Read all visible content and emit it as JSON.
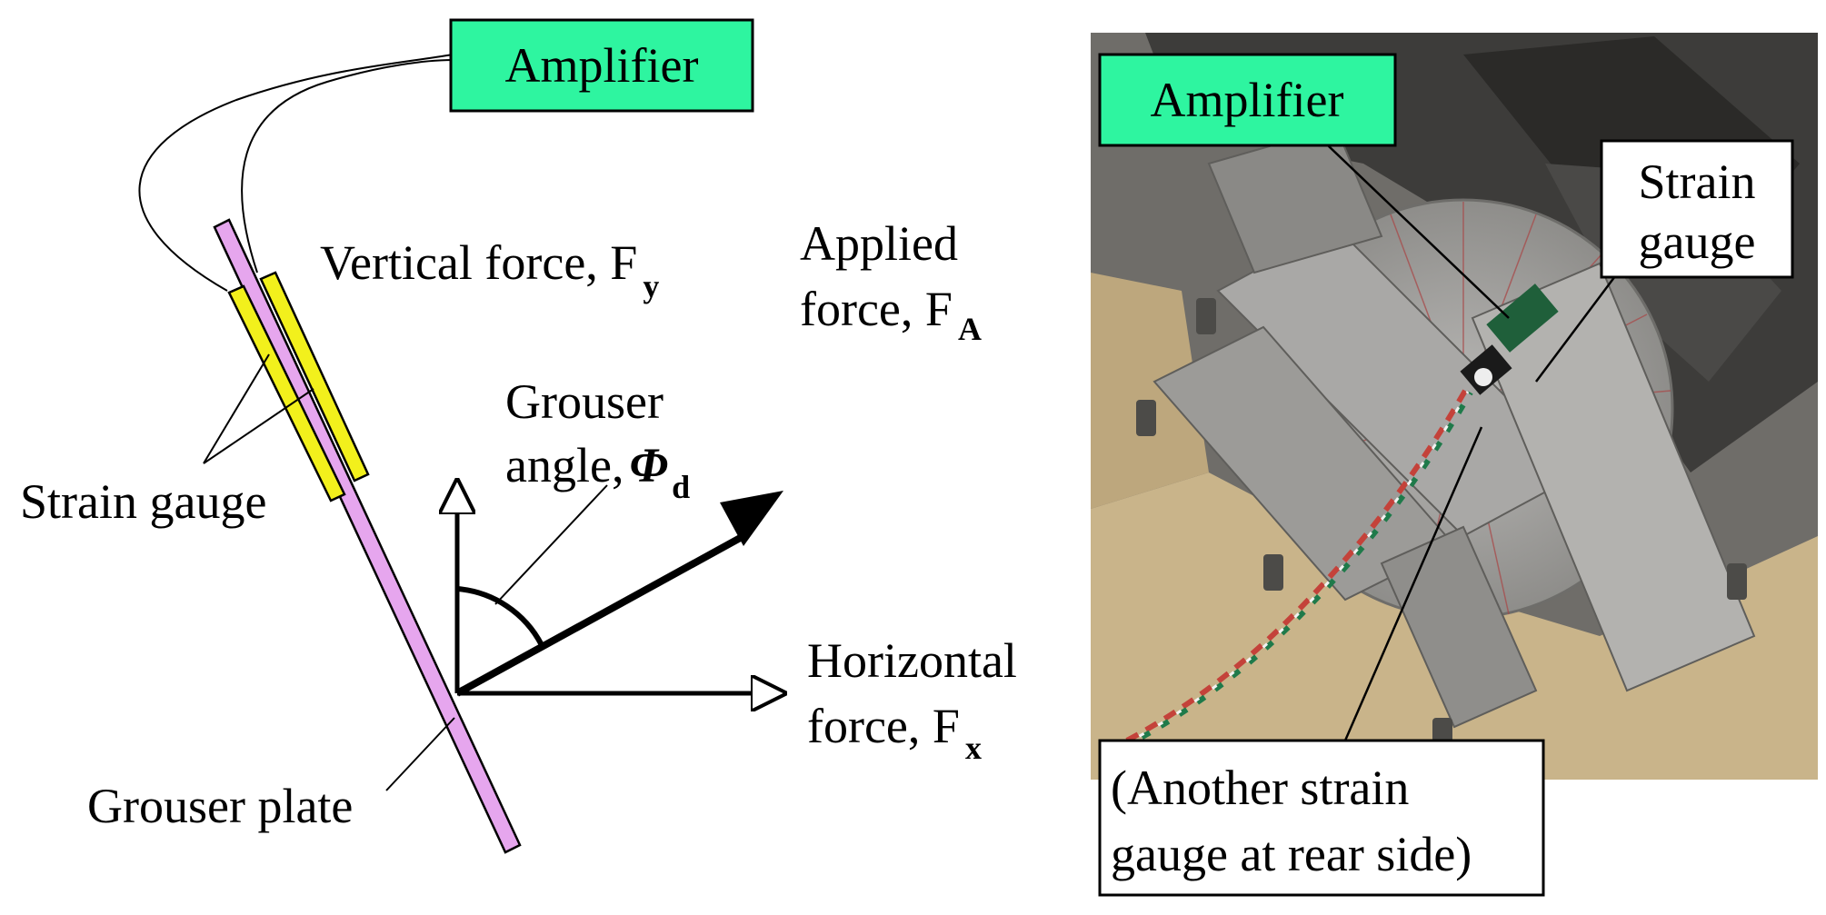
{
  "diagram": {
    "amplifier_label": "Amplifier",
    "vertical_force": {
      "text": "Vertical force, F",
      "sub": "y"
    },
    "applied_force": {
      "line1": "Applied",
      "line2": "force, F",
      "sub": "A"
    },
    "grouser_angle": {
      "line1": "Grouser",
      "line2": "angle,",
      "symbol": "Φ",
      "sub": "d"
    },
    "strain_gauge_label": "Strain gauge",
    "horizontal_force": {
      "line1": "Horizontal",
      "line2": "force, F",
      "sub": "x"
    },
    "grouser_plate_label": "Grouser plate"
  },
  "photo": {
    "amplifier_label": "Amplifier",
    "strain_gauge": {
      "line1": "Strain",
      "line2": "gauge"
    },
    "rear_note": {
      "line1": "(Another strain",
      "line2": "gauge at rear side)"
    }
  },
  "colors": {
    "amplifier_fill": "#2ef5a0",
    "plate_fill": "#e6a6ee",
    "gauge_fill": "#f2f01c",
    "photo_bg": "#7c7a75",
    "sand": "#c9b48a",
    "metal": "#a9a8a6"
  }
}
